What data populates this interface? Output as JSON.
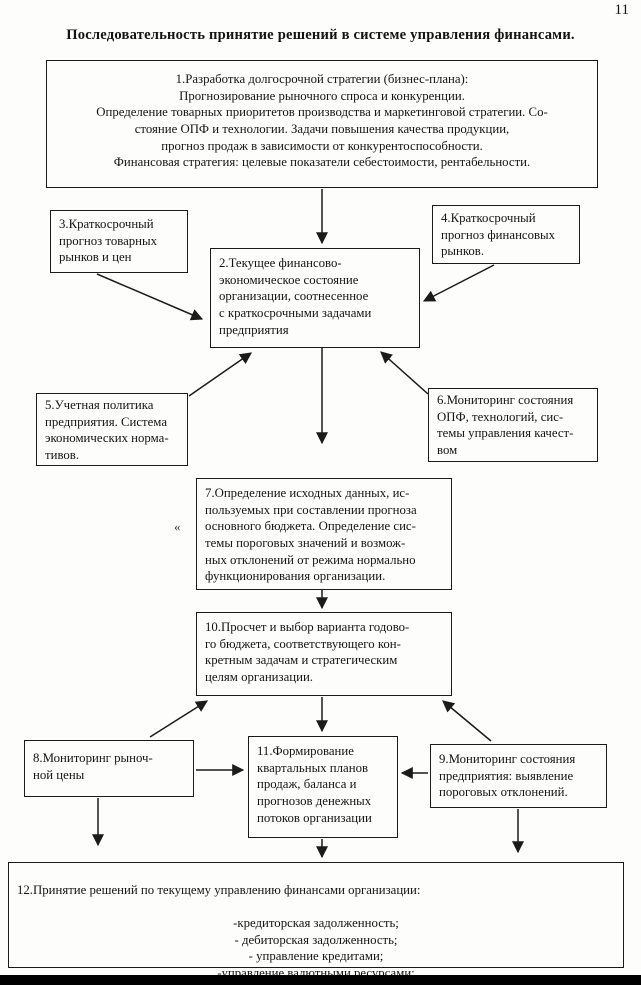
{
  "page": {
    "number": "11",
    "title": "Последовательность принятие решений в системе управления финансами.",
    "artifact": "«"
  },
  "boxes": {
    "b1": "1.Разработка долгосрочной стратегии (бизнес-плана):\nПрогнозирование рыночного спроса и конкуренции.\nОпределение товарных приоритетов производства и маркетинговой стратегии. Со-\nстояние ОПФ и технологии. Задачи повышения качества продукции,\nпрогноз продаж в зависимости от конкурентоспособности.\nФинансовая стратегия: целевые показатели себестоимости,  рентабельности.",
    "b2": "2.Текущее финансово-\nэкономическое состояние\nорганизации, соотнесенное\nс краткосрочными задачами\nпредприятия",
    "b3": "3.Краткосрочный\nпрогноз товарных\nрынков и цен",
    "b4": "4.Краткосрочный\nпрогноз финансовых\nрынков.",
    "b5": "5.Учетная политика\nпредприятия. Система\nэкономических норма-\nтивов.",
    "b6": "6.Мониторинг состояния\nОПФ, технологий, сис-\nтемы управления качест-\nвом",
    "b7": "7.Определение исходных данных, ис-\nпользуемых при составлении прогноза\nосновного бюджета. Определение сис-\nтемы пороговых значений и возмож-\nных отклонений от режима нормально\nфункционирования организации.",
    "b10": "10.Просчет и выбор варианта годово-\nго бюджета, соответствующего кон-\nкретным задачам и стратегическим\nцелям организации.",
    "b8": "8.Мониторинг рыноч-\nной цены",
    "b11": "11.Формирование\nквартальных планов\nпродаж, баланса и\nпрогнозов денежных\nпотоков организации",
    "b9": "9.Мониторинг состояния\nпредприятия: выявление\nпороговых отклонений.",
    "b12_title": "12.Принятие решений по текущему управлению финансами организации:",
    "b12_items": "-кредиторская задолженность;\n- дебиторская задолженность;\n- управление кредитами;\n-управление валютными ресурсами;\n-контроль за использованием прибыли."
  }
}
